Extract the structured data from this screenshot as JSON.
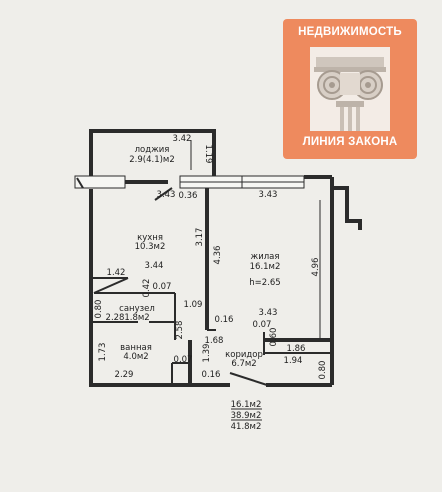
{
  "watermark": {
    "top_text": "НЕДВИЖИМОСТЬ",
    "bottom_text": "ЛИНИЯ ЗАКОНА",
    "emblem_icon": "ionic-column-capital-icon",
    "color": "#ee8a5e"
  },
  "rooms": {
    "loggia": {
      "name": "лоджия",
      "area": "2.9(4.1)м2"
    },
    "kitchen": {
      "name": "кухня",
      "area": "10.3м2"
    },
    "living": {
      "name": "жилая",
      "area": "16.1м2",
      "height": "h=2.65"
    },
    "wc": {
      "name": "санузел",
      "area": "1.8м2"
    },
    "bath": {
      "name": "ванная",
      "area": "4.0м2"
    },
    "corridor": {
      "name": "коридор",
      "area": "6.7м2"
    }
  },
  "dimensions": {
    "d342": "3.42",
    "d119": "1.19",
    "d343_top": "3.43",
    "d036": "0.36",
    "d343_right": "3.43",
    "d317": "3.17",
    "d436": "4.36",
    "d496": "4.96",
    "d344": "3.44",
    "d142": "1.42",
    "d042": "0.42",
    "d007_a": "0.07",
    "d080": "0.80",
    "d228": "2.28",
    "d109": "1.09",
    "d258": "2.58",
    "d016_a": "0.16",
    "d343_c": "3.43",
    "d007_b": "0.07",
    "d060": "0.60",
    "d168": "1.68",
    "d173": "1.73",
    "d139": "1.39",
    "d007_c": "0.07",
    "d186": "1.86",
    "d194": "1.94",
    "d229": "2.29",
    "d016_b": "0.16",
    "d080_r": "0.80"
  },
  "totals": {
    "living_area": "16.1м2",
    "total_area": "38.9м2",
    "total_with_loggia": "41.8м2"
  }
}
